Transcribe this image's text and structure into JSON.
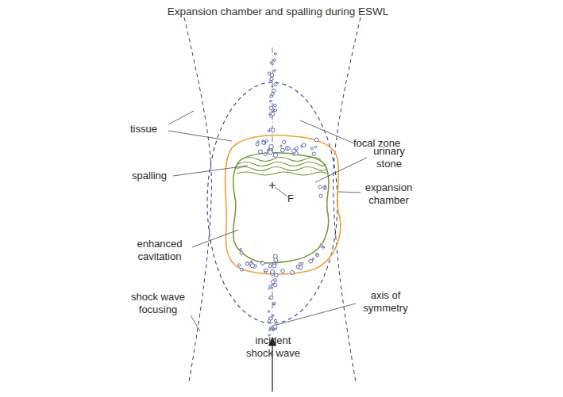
{
  "diagram": {
    "title": "Expansion chamber and spalling during ESWL",
    "labels": [
      "tissue",
      "focal zone",
      "urinary stone",
      "spalling",
      "expansion chamber",
      "F",
      "enhanced cavitation",
      "shock wave focusing",
      "axis of symmetry",
      "incident shock wave"
    ]
  }
}
